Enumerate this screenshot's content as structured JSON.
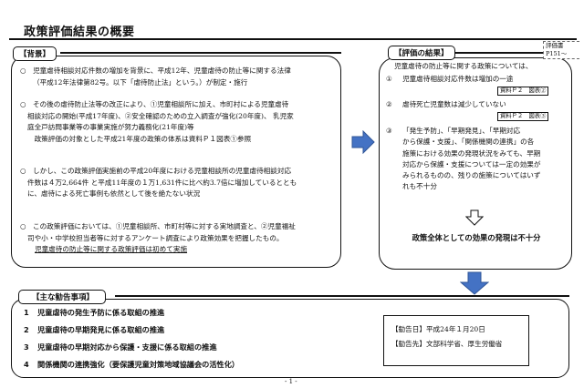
{
  "title": "政策評価結果の概要",
  "background": {
    "heading": "【背景】",
    "paragraphs": [
      {
        "mark": "○",
        "lines": [
          "児童虐待相談対応件数の増加を背景に、平成12年、児童虐待の防止等に関する法律",
          "（平成12年法律第82号。以下「虐待防止法」という。）が制定・施行"
        ]
      },
      {
        "mark": "○",
        "lines": [
          "その後の虐待防止法等の改正により、①児童相談所に加え、市町村による児童虐待",
          "相談対応の開始(平成17年度)、②安全確認のための立入調査が強化(20年度)、 乳児家",
          "庭全戸訪問事業等の事業実施が努力義務化(21年度)等",
          "　政策評価の対象とした平成21年度の政策の体系は資料Ｐ１図表①参照"
        ]
      },
      {
        "mark": "○",
        "lines": [
          "しかし、この政策評価実施前の平成20年度における児童相談所の児童虐待相談対応",
          "件数は４万2,664件 と平成11年度の１万1,631件に比べ約3.7倍に増加しているととも",
          "に、虐待による死亡事例も依然として後を絶たない状況"
        ]
      },
      {
        "mark": "○",
        "lines": [
          "この政策評価においては、①児童相談所、市町村等に対する実地調査と、②児童福祉",
          "司や小・中学校担当者等に対するアンケート調査により政策効果を把握したもの。"
        ],
        "underlined_line": "児童虐待の防止等に関する政策評価は初めて実施"
      }
    ]
  },
  "results": {
    "heading": "【評価の結果】",
    "reference_note": [
      "評価書",
      "P151～"
    ],
    "intro": "児童虐待の防止等に関する政策については、",
    "items": [
      {
        "mark": "①",
        "text": "児童虐待相談対応件数は増加の一途",
        "ref": "資料Ｐ２　図表②"
      },
      {
        "mark": "②",
        "text": "虐待死亡児童数は減少していない",
        "ref": "資料Ｐ２　図表③"
      },
      {
        "mark": "③",
        "lines": [
          "「発生予防」、「早期発見」、「早期対応",
          "から保護・支援」、「関係機関の連携」の各",
          "施策における効果の発現状況をみても、早期",
          "対応から保護・支援については一定の効果が",
          "みられるものの、残りの施策についてはいず",
          "れも不十分"
        ]
      }
    ],
    "conclusion": "政策全体としての効果の発現は不十分"
  },
  "recommendations": {
    "heading": "【主な勧告事項】",
    "items": [
      {
        "num": "1",
        "text": "児童虐待の発生予防に係る取組の推進"
      },
      {
        "num": "2",
        "text": "児童虐待の早期発見に係る取組の推進"
      },
      {
        "num": "3",
        "text": "児童虐待の早期対応から保護・支援に係る取組の推進"
      },
      {
        "num": "4",
        "text": "関係機関の連携強化（要保護児童対策地域協議会の活性化）"
      }
    ],
    "info": {
      "date_label": "【勧告日】",
      "date_value": "平成24年１月20日",
      "recipient_label": "【勧告先】",
      "recipient_value": "文部科学省、厚生労働省"
    }
  },
  "page_number": "- 1 -",
  "colors": {
    "arrow_fill": "#4472c4",
    "arrow_stroke": "#2f5597",
    "border": "#111111"
  }
}
